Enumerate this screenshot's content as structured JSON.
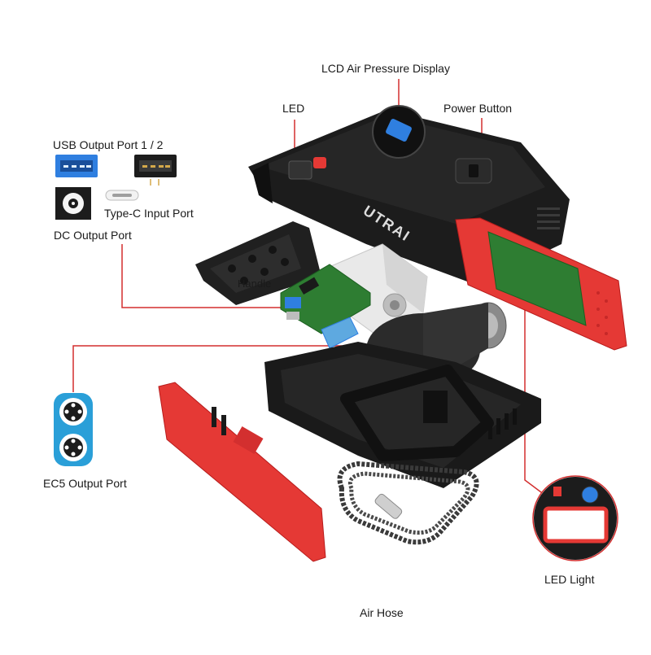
{
  "labels": {
    "lcd_display": "LCD Air Pressure Display",
    "led": "LED",
    "power_button": "Power Button",
    "usb_output": "USB Output Port 1 / 2",
    "typec_input": "Type-C Input Port",
    "dc_output": "DC Output Port",
    "handle": "Handle",
    "ec5_output": "EC5 Output Port",
    "led_light": "LED Light",
    "air_hose": "Air Hose"
  },
  "brand": "UTRAI",
  "colors": {
    "accent_red": "#e53935",
    "leader_line": "#d32f2f",
    "body_black": "#1c1c1c",
    "pcb_green": "#2e7d32",
    "usb_blue": "#2f7fe0",
    "ec5_blue": "#2a9fd8"
  },
  "icons": {
    "usb_blue_port": "usb-port-icon",
    "usb_black_port": "usb-port-icon",
    "typec_port": "usb-c-port-icon",
    "dc_port": "dc-port-icon",
    "ec5_port": "ec5-port-icon"
  }
}
